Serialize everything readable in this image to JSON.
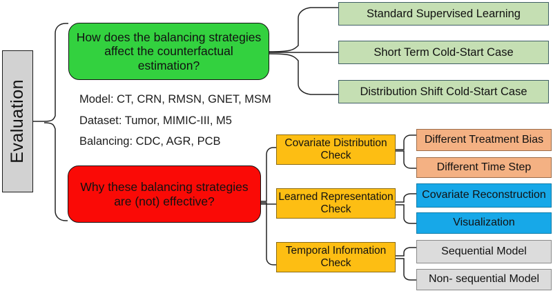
{
  "diagram": {
    "root": {
      "label": "Evaluation",
      "color": "#d2d2d2"
    },
    "questions": [
      {
        "id": "green",
        "label": "How does the balancing strategies affect the counterfactual estimation?",
        "color": "#33d13f"
      },
      {
        "id": "red",
        "label": "Why these balancing strategies are (not) effective?",
        "color": "#fa0a06"
      }
    ],
    "meta_lines": [
      "Model: CT, CRN, RMSN, GNET, MSM",
      "Dataset: Tumor, MIMIC-III, M5",
      "Balancing: CDC, AGR, PCB"
    ],
    "settings": [
      {
        "label": "Standard Supervised Learning",
        "color": "#c5dfb3"
      },
      {
        "label": "Short Term Cold-Start Case",
        "color": "#c5dfb3"
      },
      {
        "label": "Distribution Shift Cold-Start Case",
        "color": "#c5dfb3"
      }
    ],
    "checks": [
      {
        "label": "Covariate Distribution Check",
        "color": "#fdbe13",
        "leaves": [
          {
            "label": "Different Treatment Bias",
            "color": "#f4b183"
          },
          {
            "label": "Different Time Step",
            "color": "#f4b183"
          }
        ]
      },
      {
        "label": "Learned Representation Check",
        "color": "#fdbe13",
        "leaves": [
          {
            "label": "Covariate Reconstruction",
            "color": "#17a8e8"
          },
          {
            "label": "Visualization",
            "color": "#17a8e8"
          }
        ]
      },
      {
        "label": "Temporal Information Check",
        "color": "#fdbe13",
        "leaves": [
          {
            "label": "Sequential Model",
            "color": "#dcdcdc"
          },
          {
            "label": "Non- sequential Model",
            "color": "#dcdcdc"
          }
        ]
      }
    ]
  }
}
